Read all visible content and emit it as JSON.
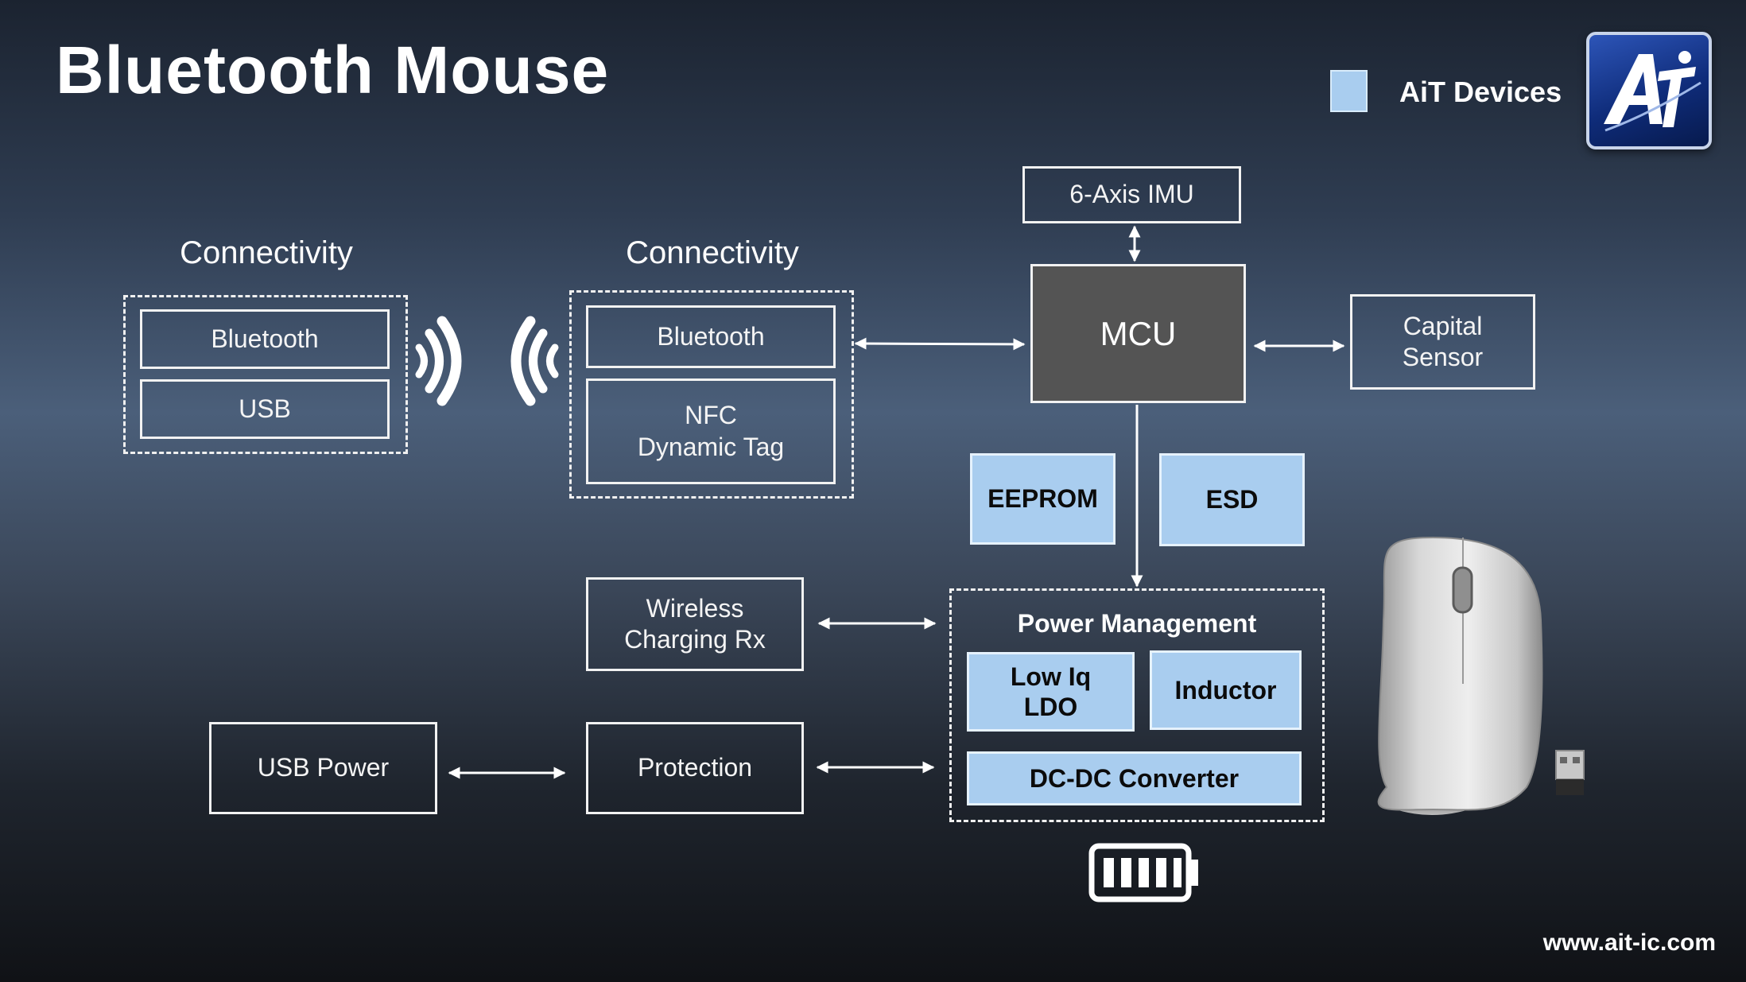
{
  "title": "Bluetooth Mouse",
  "legend": {
    "label": "AiT Devices",
    "color": "#a9cdef"
  },
  "logo": {
    "text": "AiT",
    "icon": "ait-logo"
  },
  "left_group": {
    "label": "Connectivity",
    "items": [
      "Bluetooth",
      "USB"
    ]
  },
  "right_group": {
    "label": "Connectivity",
    "items": [
      "Bluetooth",
      "NFC\nDynamic Tag"
    ]
  },
  "imu": "6-Axis IMU",
  "mcu": "MCU",
  "capital_sensor": "Capital\nSensor",
  "eeprom": "EEPROM",
  "esd": "ESD",
  "wireless_charging": "Wireless\nCharging Rx",
  "usb_power": "USB Power",
  "protection": "Protection",
  "power_management": {
    "label": "Power Management",
    "ldo": "Low Iq\nLDO",
    "inductor": "Inductor",
    "dcdc": "DC-DC Converter"
  },
  "icons": [
    "wireless-signal-icon",
    "battery-icon",
    "mouse-icon",
    "usb-dongle-icon"
  ],
  "website": "www.ait-ic.com"
}
